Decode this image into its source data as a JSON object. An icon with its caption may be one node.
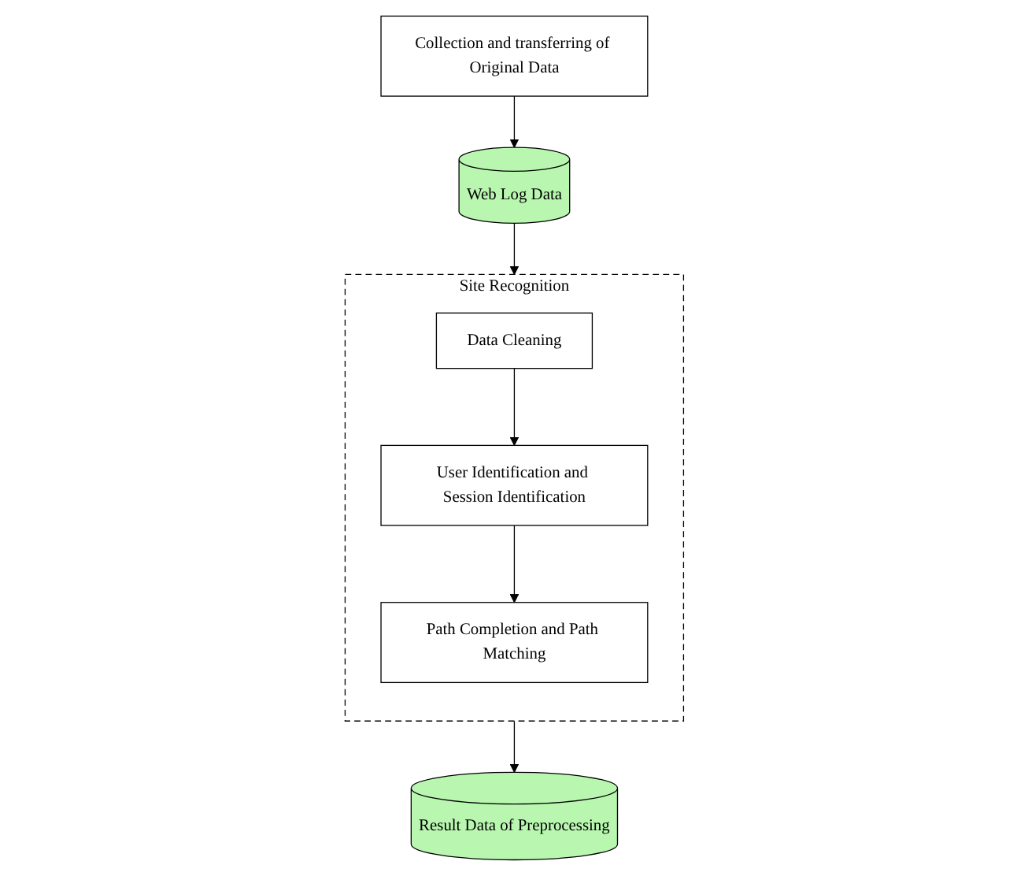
{
  "diagram": {
    "nodes": [
      {
        "text": [
          "Collection and transferring of Original Data"
        ]
      },
      {
        "text": [
          "Web Log Data"
        ]
      },
      {
        "text": [
          "Site Recognition"
        ]
      },
      {
        "text": [
          "Data Cleaning"
        ],
        "in": 2
      },
      {
        "text": [
          "User Identification and Session Identification"
        ],
        "in": 2
      },
      {
        "text": [
          "Path Completion and Path Matching"
        ],
        "in": 2
      },
      {
        "text": [
          "Result Data of Preprocessing"
        ]
      }
    ],
    "edges": [
      {
        "from": 0,
        "to": 1,
        "arrow": "to"
      },
      {
        "from": 1,
        "to": 2,
        "arrow": "to"
      },
      {
        "from": 3,
        "to": 4,
        "arrow": "to"
      },
      {
        "from": 4,
        "to": 5,
        "arrow": "to"
      },
      {
        "from": 2,
        "to": 6,
        "arrow": "to"
      }
    ]
  }
}
